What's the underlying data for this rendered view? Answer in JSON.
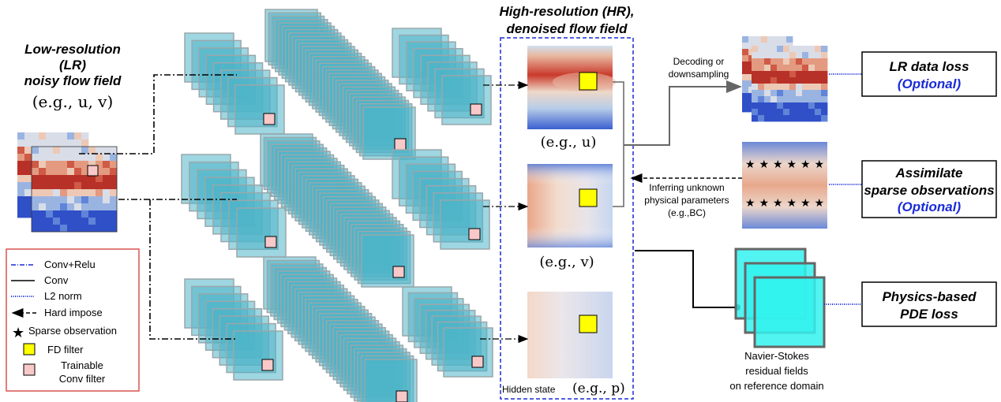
{
  "lr_title": [
    "Low-resolution",
    "(LR)",
    "noisy flow field"
  ],
  "lr_example": "(e.g., u,  v)",
  "hr_title": [
    "High-resolution (HR),",
    "denoised flow field"
  ],
  "hr_fields": [
    {
      "caption": "(e.g., u)",
      "prefix": ""
    },
    {
      "caption": "(e.g., v)",
      "prefix": ""
    },
    {
      "caption": "(e.g., p)",
      "prefix": "Hidden state "
    }
  ],
  "decode_label": [
    "Decoding or",
    "downsampling"
  ],
  "infer_label": [
    "Inferring unknown",
    "physical parameters",
    "(e.g.,BC)"
  ],
  "ns_label": [
    "Navier-Stokes",
    "residual fields",
    "on reference domain"
  ],
  "loss_boxes": [
    {
      "lines": [
        "LR data loss"
      ],
      "optional": "(Optional)"
    },
    {
      "lines": [
        "Assimilate",
        "sparse observations"
      ],
      "optional": "(Optional)"
    },
    {
      "lines": [
        "Physics-based",
        "PDE loss"
      ],
      "optional": ""
    }
  ],
  "legend": [
    {
      "label": "Conv+Relu",
      "symbol": "dashdot"
    },
    {
      "label": "Conv",
      "symbol": "solid"
    },
    {
      "label": "L2 norm",
      "symbol": "dotted"
    },
    {
      "label": "Hard impose",
      "symbol": "dashed-arrow"
    },
    {
      "label": "Sparse observation",
      "symbol": "star"
    },
    {
      "label": "FD filter",
      "symbol": "yellow-square"
    },
    {
      "label": "Trainable",
      "label2": "Conv filter",
      "symbol": "pink-square"
    }
  ],
  "colors": {
    "accent_blue": "#1a2bd6",
    "stack": "#4fb4c8",
    "fd_filter": "#ffff00",
    "conv_filter": "#f9c8c8",
    "residual": "#33f2ee",
    "legend_border": "#d9534f"
  }
}
